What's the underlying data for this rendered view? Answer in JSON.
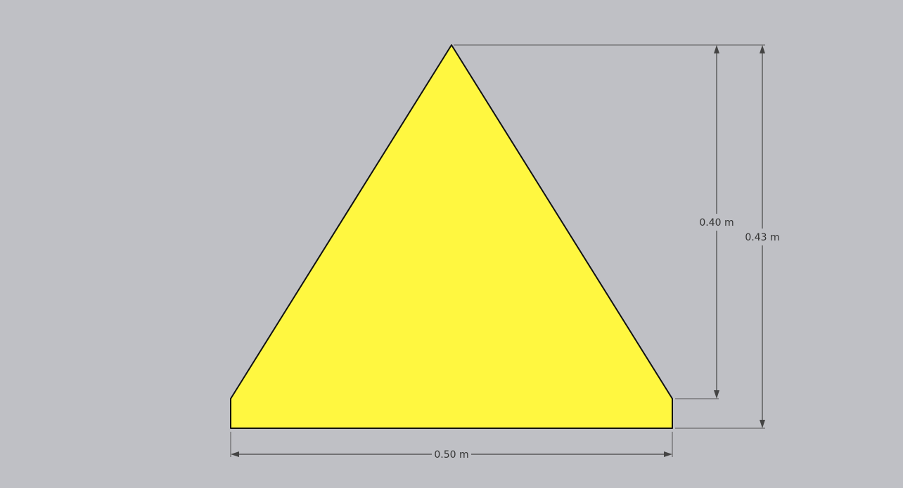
{
  "shape": {
    "fill_color": "#fff740",
    "stroke_color": "#111111"
  },
  "dimensions": {
    "width_label": "0.50 m",
    "height_inner_label": "0.40 m",
    "height_outer_label": "0.43 m"
  },
  "colors": {
    "background": "#bfc0c5",
    "dimension_line": "#444444"
  }
}
